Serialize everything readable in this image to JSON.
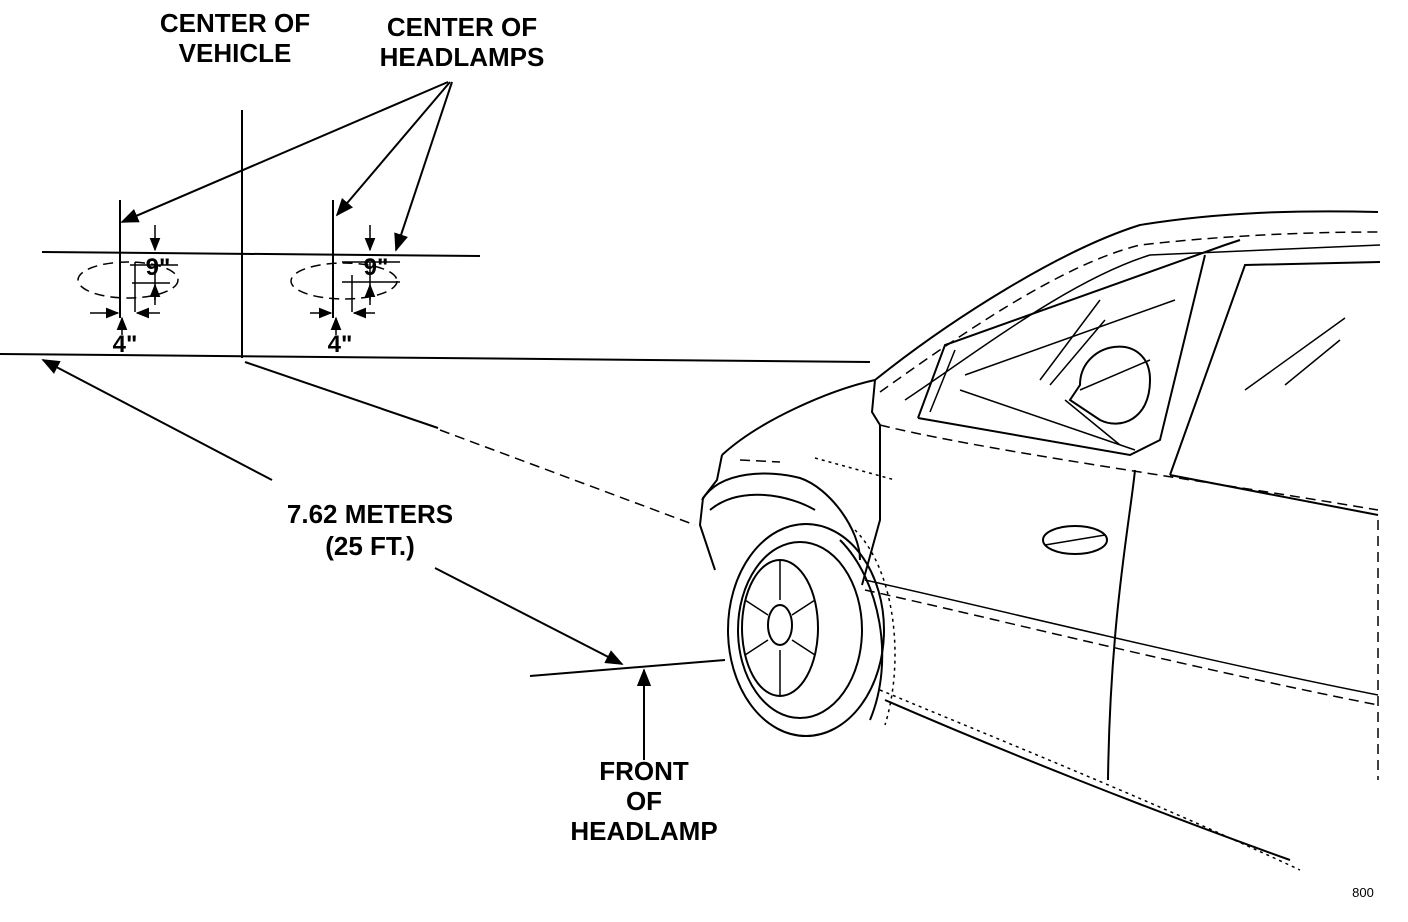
{
  "labels": {
    "center_vehicle": [
      "CENTER OF",
      "VEHICLE"
    ],
    "center_headlamps": [
      "CENTER OF",
      "HEADLAMPS"
    ],
    "distance": [
      "7.62 METERS",
      "(25 FT.)"
    ],
    "front_headlamp": [
      "FRONT",
      "OF",
      "HEADLAMP"
    ],
    "dim_left_vertical": "9\"",
    "dim_left_horizontal": "4\"",
    "dim_right_vertical": "9\"",
    "dim_right_horizontal": "4\"",
    "figure_code": "800"
  }
}
